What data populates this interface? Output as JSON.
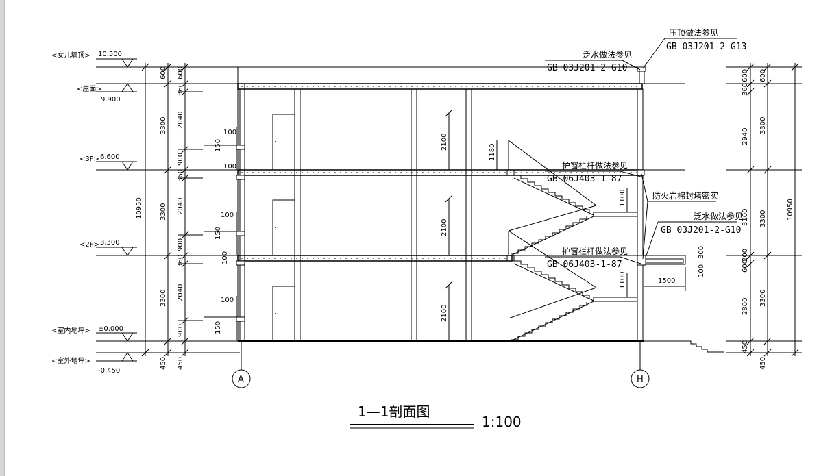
{
  "levels": {
    "parapet": {
      "label": "<女儿墙顶>",
      "value": "10.500"
    },
    "roof": {
      "label": "<屋面>",
      "value": "9.900"
    },
    "f3": {
      "label": "<3F>",
      "value": "6.600"
    },
    "f2": {
      "label": "<2F>",
      "value": "3.300"
    },
    "indoor": {
      "label": "<室内地坪>",
      "value": "±0.000"
    },
    "outdoor": {
      "label": "<室外地坪>",
      "value": "-0.450"
    }
  },
  "dims_left": {
    "total": "10950",
    "story_top": "600",
    "story_roof": "3300",
    "story_mid": "3300",
    "story_ground": "3300",
    "plinth": "450",
    "det_600": "600",
    "det_360a": "360",
    "det_2040a": "2040",
    "det_900a": "900",
    "det_360b": "360",
    "det_2040b": "2040",
    "det_900b": "900",
    "det_360c": "360",
    "det_2040c": "2040",
    "det_900c": "900",
    "det_450": "450"
  },
  "dims_window": {
    "a_100": "100",
    "a_150": "150",
    "a_100b": "100",
    "b_100": "100",
    "b_150": "150",
    "b_100b": "100",
    "c_100": "100",
    "c_150": "150"
  },
  "dims_inner": {
    "h1": "2100",
    "h2": "2100",
    "h3": "2100",
    "rail_top": "1180",
    "rail_mid": "1100",
    "rail_low": "1100",
    "canopy_w": "1500",
    "canopy_t": "300",
    "canopy_b": "100"
  },
  "dims_right": {
    "total": "10950",
    "inner_600": "600",
    "inner_3300a": "3300",
    "inner_3100": "3100",
    "inner_200": "200",
    "inner_3300b": "3300",
    "inner_450": "450",
    "det_600": "600",
    "det_360": "360",
    "det_2940": "2940",
    "det_600b": "600",
    "det_2800": "2800",
    "det_450": "450"
  },
  "notes": {
    "coping_title": "压顶做法参见",
    "coping_code": "GB 03J201-2-G13",
    "flash1_title": "泛水做法参见",
    "flash1_code": "GB 03J201-2-G10",
    "rail1_title": "护窗栏杆做法参见",
    "rail1_code": "GB 06J403-1-87",
    "fire_seal": "防火岩棉封堵密实",
    "flash2_title": "泛水做法参见",
    "flash2_code": "GB 03J201-2-G10",
    "rail2_title": "护窗栏杆做法参见",
    "rail2_code": "GB 06J403-1-87"
  },
  "axes": {
    "left": "A",
    "right": "H"
  },
  "title": "1—1剖面图",
  "scale": "1:100"
}
